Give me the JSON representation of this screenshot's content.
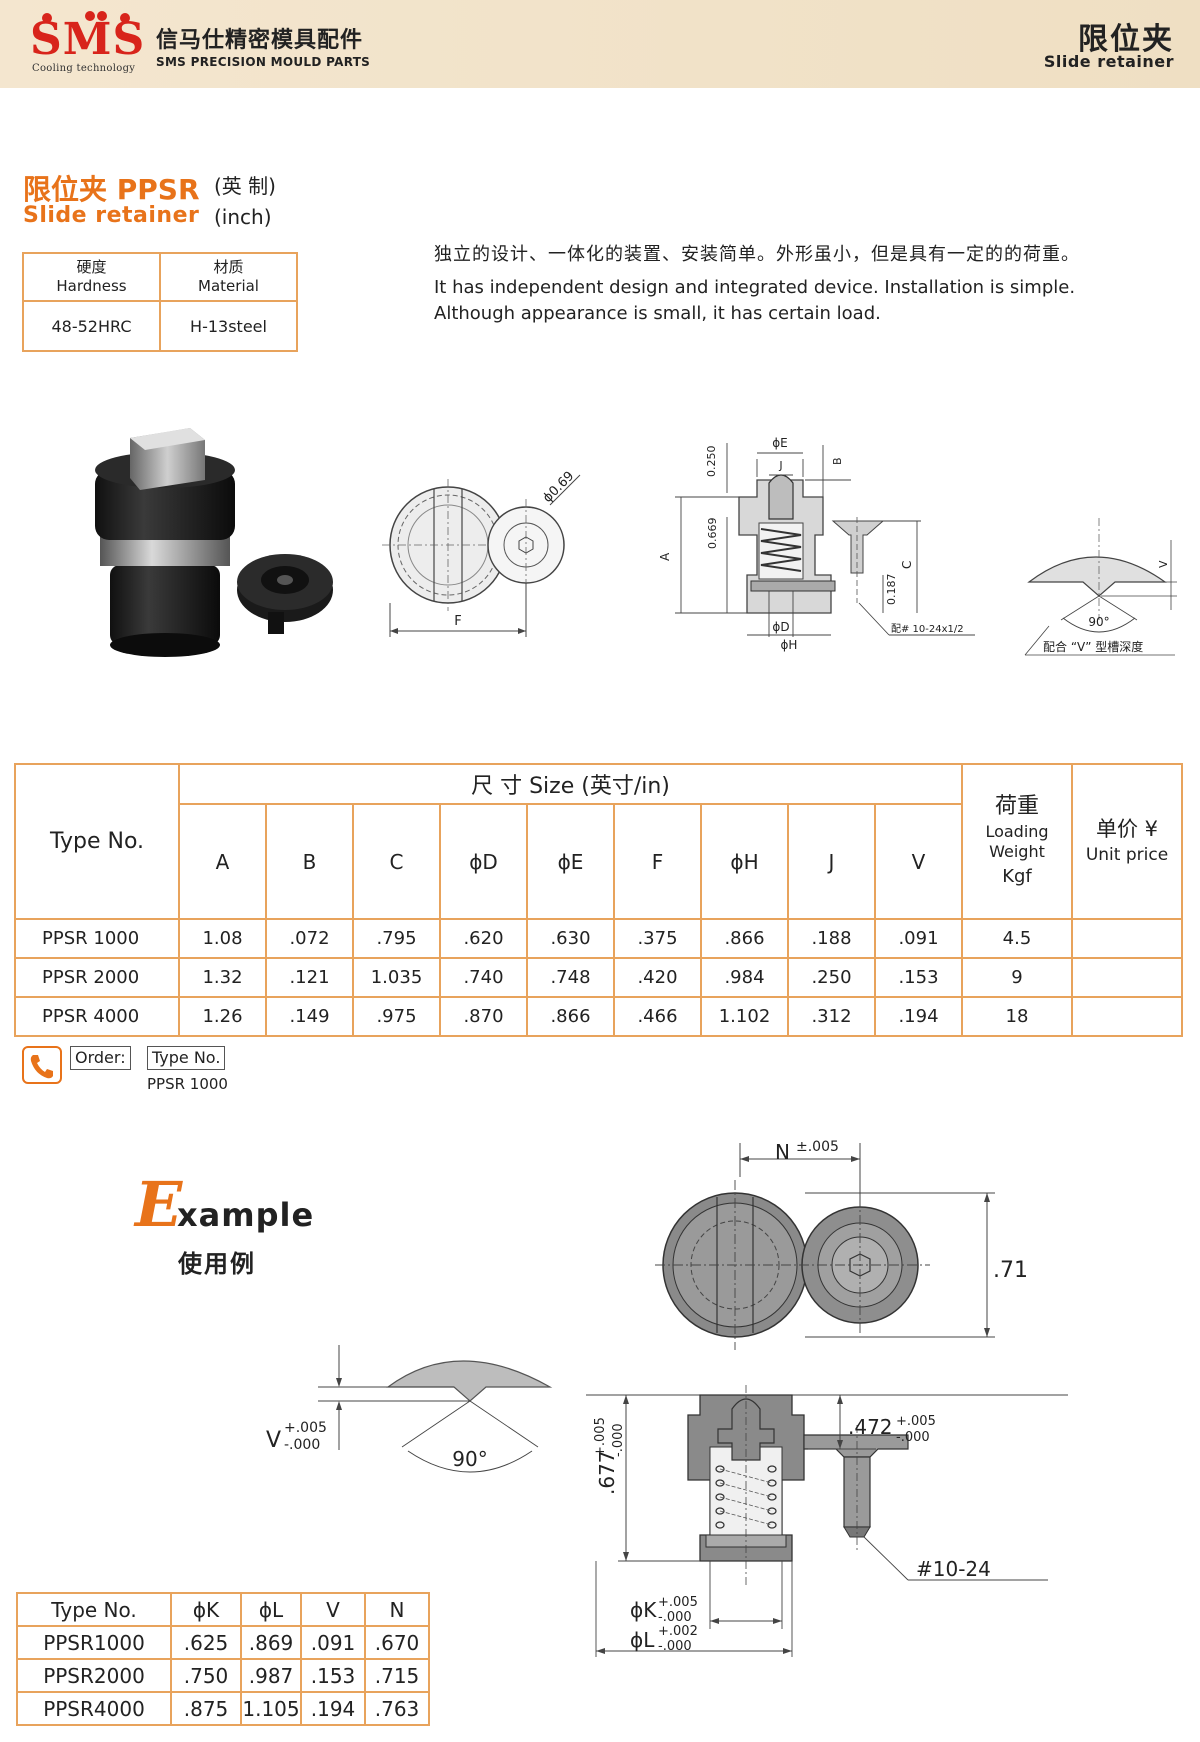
{
  "header": {
    "logo_text": "SMS",
    "logo_tagline": "Cooling technology",
    "company_cn": "信马仕精密模具配件",
    "company_en": "SMS PRECISION MOULD PARTS",
    "title_cn": "限位夹",
    "title_en": "Slide retainer",
    "brand_color": "#d8241b"
  },
  "product": {
    "name_cn": "限位夹 PPSR",
    "unit_cn": "(英 制)",
    "name_en": "Slide retainer",
    "unit_en": "(inch)",
    "accent_color": "#e8731a"
  },
  "spec": {
    "hardness_cn": "硬度",
    "hardness_en": "Hardness",
    "hardness_val": "48-52HRC",
    "material_cn": "材质",
    "material_en": "Material",
    "material_val": "H-13steel"
  },
  "description": {
    "cn": "独立的设计、一体化的装置、安装简单。外形虽小，但是具有一定的的荷重。",
    "en": "It has independent design and integrated device. Installation is simple. Although appearance is small, it has certain load."
  },
  "drawing": {
    "top_dia": "ϕ0.69",
    "f": "F",
    "e": "ϕE",
    "j": "J",
    "b": "B",
    "d250": "0.250",
    "a": "A",
    "d669": "0.669",
    "c": "C",
    "d187": "0.187",
    "d": "ϕD",
    "h": "ϕH",
    "screw": "配# 10-24x1/2",
    "v": "V",
    "angle": "90°",
    "vgroove": "配合 “V” 型槽深度"
  },
  "table": {
    "type_header": "Type No.",
    "size_header": "尺 寸 Size (英寸/in)",
    "cols": [
      "A",
      "B",
      "C",
      "ϕD",
      "ϕE",
      "F",
      "ϕH",
      "J",
      "V"
    ],
    "weight_cn": "荷重",
    "weight_en1": "Loading",
    "weight_en2": "Weight",
    "weight_unit": "Kgf",
    "price_cn": "单价 ¥",
    "price_en": "Unit price",
    "rows": [
      {
        "type": "PPSR 1000",
        "vals": [
          "1.08",
          ".072",
          ".795",
          ".620",
          ".630",
          ".375",
          ".866",
          ".188",
          ".091"
        ],
        "weight": "4.5",
        "price": ""
      },
      {
        "type": "PPSR 2000",
        "vals": [
          "1.32",
          ".121",
          "1.035",
          ".740",
          ".748",
          ".420",
          ".984",
          ".250",
          ".153"
        ],
        "weight": "9",
        "price": ""
      },
      {
        "type": "PPSR 4000",
        "vals": [
          "1.26",
          ".149",
          ".975",
          ".870",
          ".866",
          ".466",
          "1.102",
          ".312",
          ".194"
        ],
        "weight": "18",
        "price": ""
      }
    ]
  },
  "order": {
    "label": "Order:",
    "type_label": "Type No.",
    "example": "PPSR 1000"
  },
  "example": {
    "title_first": "E",
    "title_rest": "xample",
    "title_cn": "使用例",
    "n_label": "N",
    "n_tol": "±.005",
    "h71": ".71",
    "v_label": "V",
    "v_tol_plus": "+.005",
    "v_tol_minus": "-.000",
    "angle": "90°",
    "d677": ".677",
    "d677_plus": "+.005",
    "d677_minus": "-.000",
    "d472": ".472",
    "d472_plus": "+.005",
    "d472_minus": "-.000",
    "screw": "#10-24",
    "k_label": "ϕK",
    "k_plus": "+.005",
    "k_minus": "-.000",
    "l_label": "ϕL",
    "l_plus": "+.002",
    "l_minus": "-.000"
  },
  "small_table": {
    "headers": [
      "Type No.",
      "ϕK",
      "ϕL",
      "V",
      "N"
    ],
    "rows": [
      [
        "PPSR1000",
        ".625",
        ".869",
        ".091",
        ".670"
      ],
      [
        "PPSR2000",
        ".750",
        ".987",
        ".153",
        ".715"
      ],
      [
        "PPSR4000",
        ".875",
        "1.105",
        ".194",
        ".763"
      ]
    ]
  }
}
